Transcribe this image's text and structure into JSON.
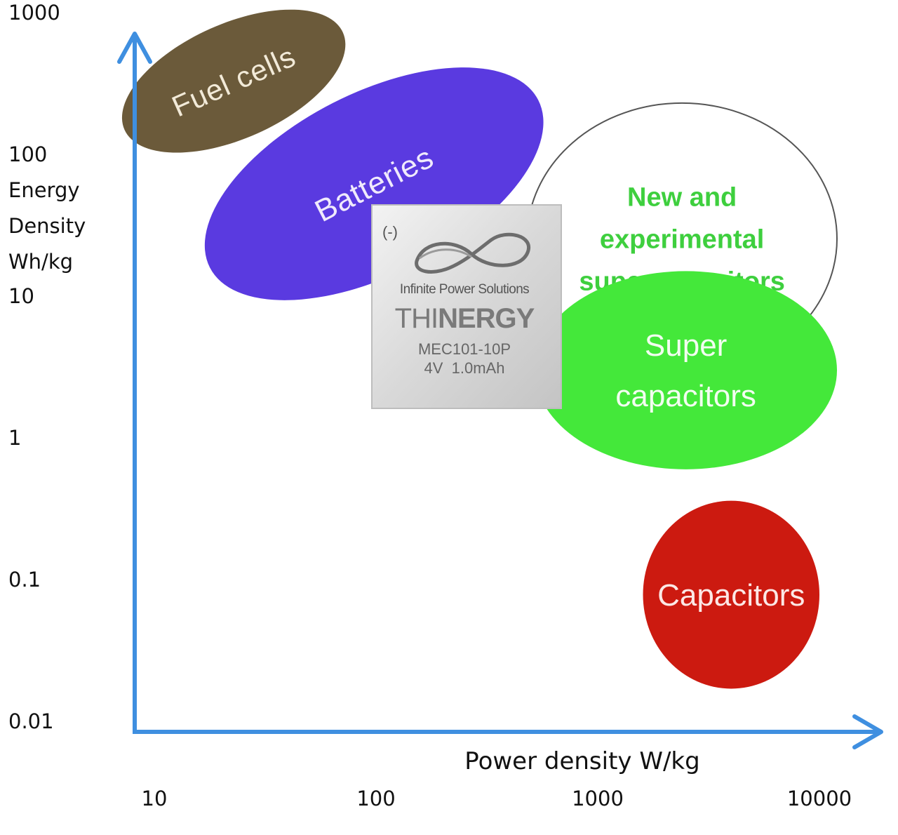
{
  "chart_data": {
    "type": "scatter",
    "title": "",
    "xlabel": "Power density W/kg",
    "ylabel": [
      "Energy",
      "Density",
      "Wh/kg"
    ],
    "x_scale": "log",
    "y_scale": "log",
    "x_ticks": [
      {
        "value": 10,
        "label": "10"
      },
      {
        "value": 100,
        "label": "100"
      },
      {
        "value": 1000,
        "label": "1000"
      },
      {
        "value": 10000,
        "label": "10000"
      }
    ],
    "y_ticks": [
      {
        "value": 1000,
        "label": "1000"
      },
      {
        "value": 100,
        "label": "100"
      },
      {
        "value": 10,
        "label": "10"
      },
      {
        "value": 1,
        "label": "1"
      },
      {
        "value": 0.1,
        "label": "0.1"
      },
      {
        "value": 0.01,
        "label": "0.01"
      }
    ],
    "regions": [
      {
        "name": "Fuel cells",
        "lines": [
          "Fuel cells"
        ],
        "x": [
          8,
          65
        ],
        "y": [
          90,
          1200
        ],
        "color": "#6b5a3a",
        "text_color": "#f2ead8"
      },
      {
        "name": "Batteries",
        "lines": [
          "Batteries"
        ],
        "x": [
          20,
          480
        ],
        "y": [
          8,
          480
        ],
        "color": "#5a3ae0",
        "text_color": "#f0eafc"
      },
      {
        "name": "New and experimental supercapacitors",
        "lines": [
          "New and",
          "experimental",
          "supercapacitors"
        ],
        "x": [
          480,
          12000
        ],
        "y": [
          2.8,
          230
        ],
        "color": "#ffffff",
        "text_color": "#3ecf3e"
      },
      {
        "name": "Super capacitors",
        "lines": [
          "Super",
          "capacitors"
        ],
        "x": [
          520,
          12000
        ],
        "y": [
          0.6,
          15
        ],
        "color": "#44e83a",
        "text_color": "#f2fdf0"
      },
      {
        "name": "Capacitors",
        "lines": [
          "Capacitors"
        ],
        "x": [
          1600,
          10000
        ],
        "y": [
          0.017,
          0.36
        ],
        "color": "#cc1a10",
        "text_color": "#fce8e6"
      }
    ],
    "grid": false,
    "legend": "none"
  },
  "product": {
    "polarity": "(-)",
    "brand": "Infinite Power Solutions",
    "name_light": "THI",
    "name_bold": "NERGY",
    "model": "MEC101-10P",
    "rating": "4V  1.0mAh"
  },
  "colors": {
    "axis": "#3f8fe0"
  }
}
